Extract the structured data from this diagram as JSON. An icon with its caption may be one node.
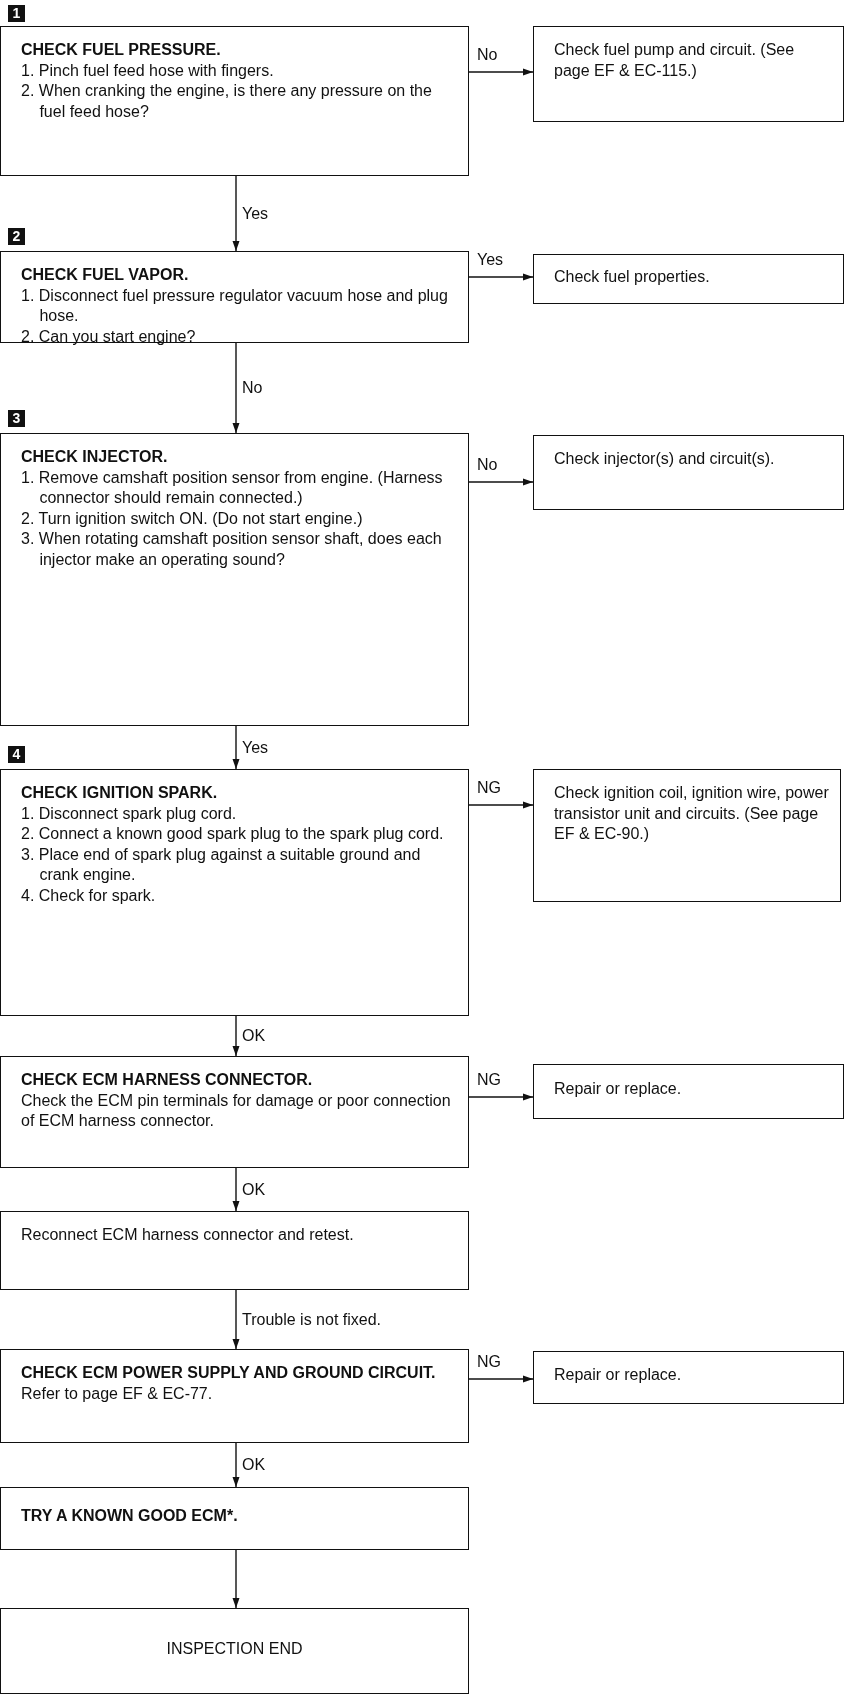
{
  "diagram": {
    "nodes": [
      {
        "text": [
          "CHECK FUEL PRESSURE.",
          "1. Pinch fuel feed hose with fingers.",
          "2. When cranking the engine, is there any pressure on the fuel feed hose?"
        ]
      },
      {
        "text": [
          "Check fuel pump and circuit. (See page EF & EC-115.)"
        ]
      },
      {
        "text": [
          "CHECK FUEL VAPOR.",
          "1. Disconnect fuel pressure regulator vacuum hose and plug hose.",
          "2. Can you start engine?"
        ]
      },
      {
        "text": [
          "Check fuel properties."
        ]
      },
      {
        "text": [
          "CHECK INJECTOR.",
          "1. Remove camshaft position sensor from engine. (Harness connector should remain connected.)",
          "2. Turn ignition switch ON. (Do not start engine.)",
          "3. When rotating camshaft position sensor shaft, does each injector make an operating sound?"
        ]
      },
      {
        "text": [
          "Check injector(s) and circuit(s)."
        ]
      },
      {
        "text": [
          "CHECK IGNITION SPARK.",
          "1. Disconnect spark plug cord.",
          "2. Connect a known good spark plug to the spark plug cord.",
          "3. Place end of spark plug against a suitable ground and crank engine.",
          "4. Check for spark."
        ]
      },
      {
        "text": [
          "Check ignition coil, ignition wire, power transistor unit and circuits. (See page EF & EC-90.)"
        ]
      },
      {
        "text": [
          "CHECK ECM HARNESS CONNECTOR.",
          "Check the ECM pin terminals for damage or poor connection of ECM harness connector."
        ]
      },
      {
        "text": [
          "Repair or replace."
        ]
      },
      {
        "text": [
          "Reconnect ECM harness connector and retest."
        ]
      },
      {
        "text": [
          "CHECK ECM POWER SUPPLY AND GROUND CIRCUIT.",
          "Refer to page EF & EC-77."
        ]
      },
      {
        "text": [
          "Repair or replace."
        ]
      },
      {
        "text": [
          "TRY A KNOWN GOOD ECM*."
        ]
      },
      {
        "text": [
          "INSPECTION END"
        ]
      }
    ],
    "edges": [
      {
        "from": 0,
        "to": 1,
        "arrow": "to",
        "label": "No"
      },
      {
        "from": 0,
        "to": 2,
        "arrow": "to",
        "label": "Yes"
      },
      {
        "from": 2,
        "to": 3,
        "arrow": "to",
        "label": "Yes"
      },
      {
        "from": 2,
        "to": 4,
        "arrow": "to",
        "label": "No"
      },
      {
        "from": 4,
        "to": 5,
        "arrow": "to",
        "label": "No"
      },
      {
        "from": 4,
        "to": 6,
        "arrow": "to",
        "label": "Yes"
      },
      {
        "from": 6,
        "to": 7,
        "arrow": "to",
        "label": "NG"
      },
      {
        "from": 6,
        "to": 8,
        "arrow": "to",
        "label": "OK"
      },
      {
        "from": 8,
        "to": 9,
        "arrow": "to",
        "label": "NG"
      },
      {
        "from": 8,
        "to": 10,
        "arrow": "to",
        "label": "OK"
      },
      {
        "from": 10,
        "to": 11,
        "arrow": "to",
        "label": "Trouble is not fixed."
      },
      {
        "from": 11,
        "to": 12,
        "arrow": "to",
        "label": "NG"
      },
      {
        "from": 11,
        "to": 13,
        "arrow": "to",
        "label": "OK"
      },
      {
        "from": 13,
        "to": 14,
        "arrow": "to"
      }
    ],
    "labels": [
      "1",
      "2",
      "3",
      "4"
    ]
  }
}
